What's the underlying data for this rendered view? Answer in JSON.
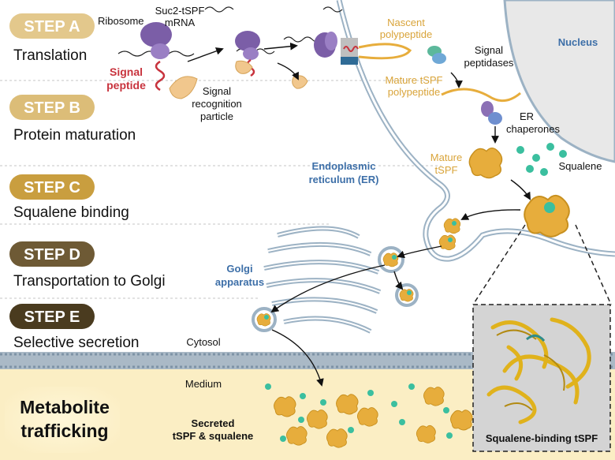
{
  "steps": [
    {
      "tag": "STEP A",
      "name": "Translation",
      "color": "#e3c88c"
    },
    {
      "tag": "STEP B",
      "name": "Protein maturation",
      "color": "#dcbd78"
    },
    {
      "tag": "STEP C",
      "name": "Squalene binding",
      "color": "#c99e3f"
    },
    {
      "tag": "STEP D",
      "name": "Transportation to Golgi",
      "color": "#6e5a35"
    },
    {
      "tag": "STEP E",
      "name": "Selective secretion",
      "color": "#4a3b1f"
    }
  ],
  "labels": {
    "ribosome": "Ribosome",
    "mrna_1": "Suc2-tSPF",
    "mrna_2": "mRNA",
    "signal_peptide_1": "Signal",
    "signal_peptide_2": "peptide",
    "srp_1": "Signal",
    "srp_2": "recognition",
    "srp_3": "particle",
    "nascent_1": "Nascent",
    "nascent_2": "polypeptide",
    "peptidases_1": "Signal",
    "peptidases_2": "peptidases",
    "mature_poly_1": "Mature tSPF",
    "mature_poly_2": "polypeptide",
    "nucleus": "Nucleus",
    "er_chap_1": "ER",
    "er_chap_2": "chaperones",
    "mature_tspf_1": "Mature",
    "mature_tspf_2": "tSPF",
    "squalene": "Squalene",
    "er_1": "Endoplasmic",
    "er_2": "reticulum (ER)",
    "golgi_1": "Golgi",
    "golgi_2": "apparatus",
    "cytosol": "Cytosol",
    "medium": "Medium",
    "secreted_1": "Secreted",
    "secreted_2": "tSPF & squalene",
    "inset": "Squalene-binding tSPF"
  },
  "metabolite": {
    "line1": "Metabolite",
    "line2": "trafficking"
  },
  "colors": {
    "protein": "#e7ad3c",
    "protein_dark": "#c8901f",
    "ribosome": "#7b5ea7",
    "squalene": "#3bbf9f",
    "membrane": "#9cb2c4",
    "medium": "#fbeec4",
    "signal_red": "#c8333d",
    "er_blue": "#3d6fa8"
  }
}
